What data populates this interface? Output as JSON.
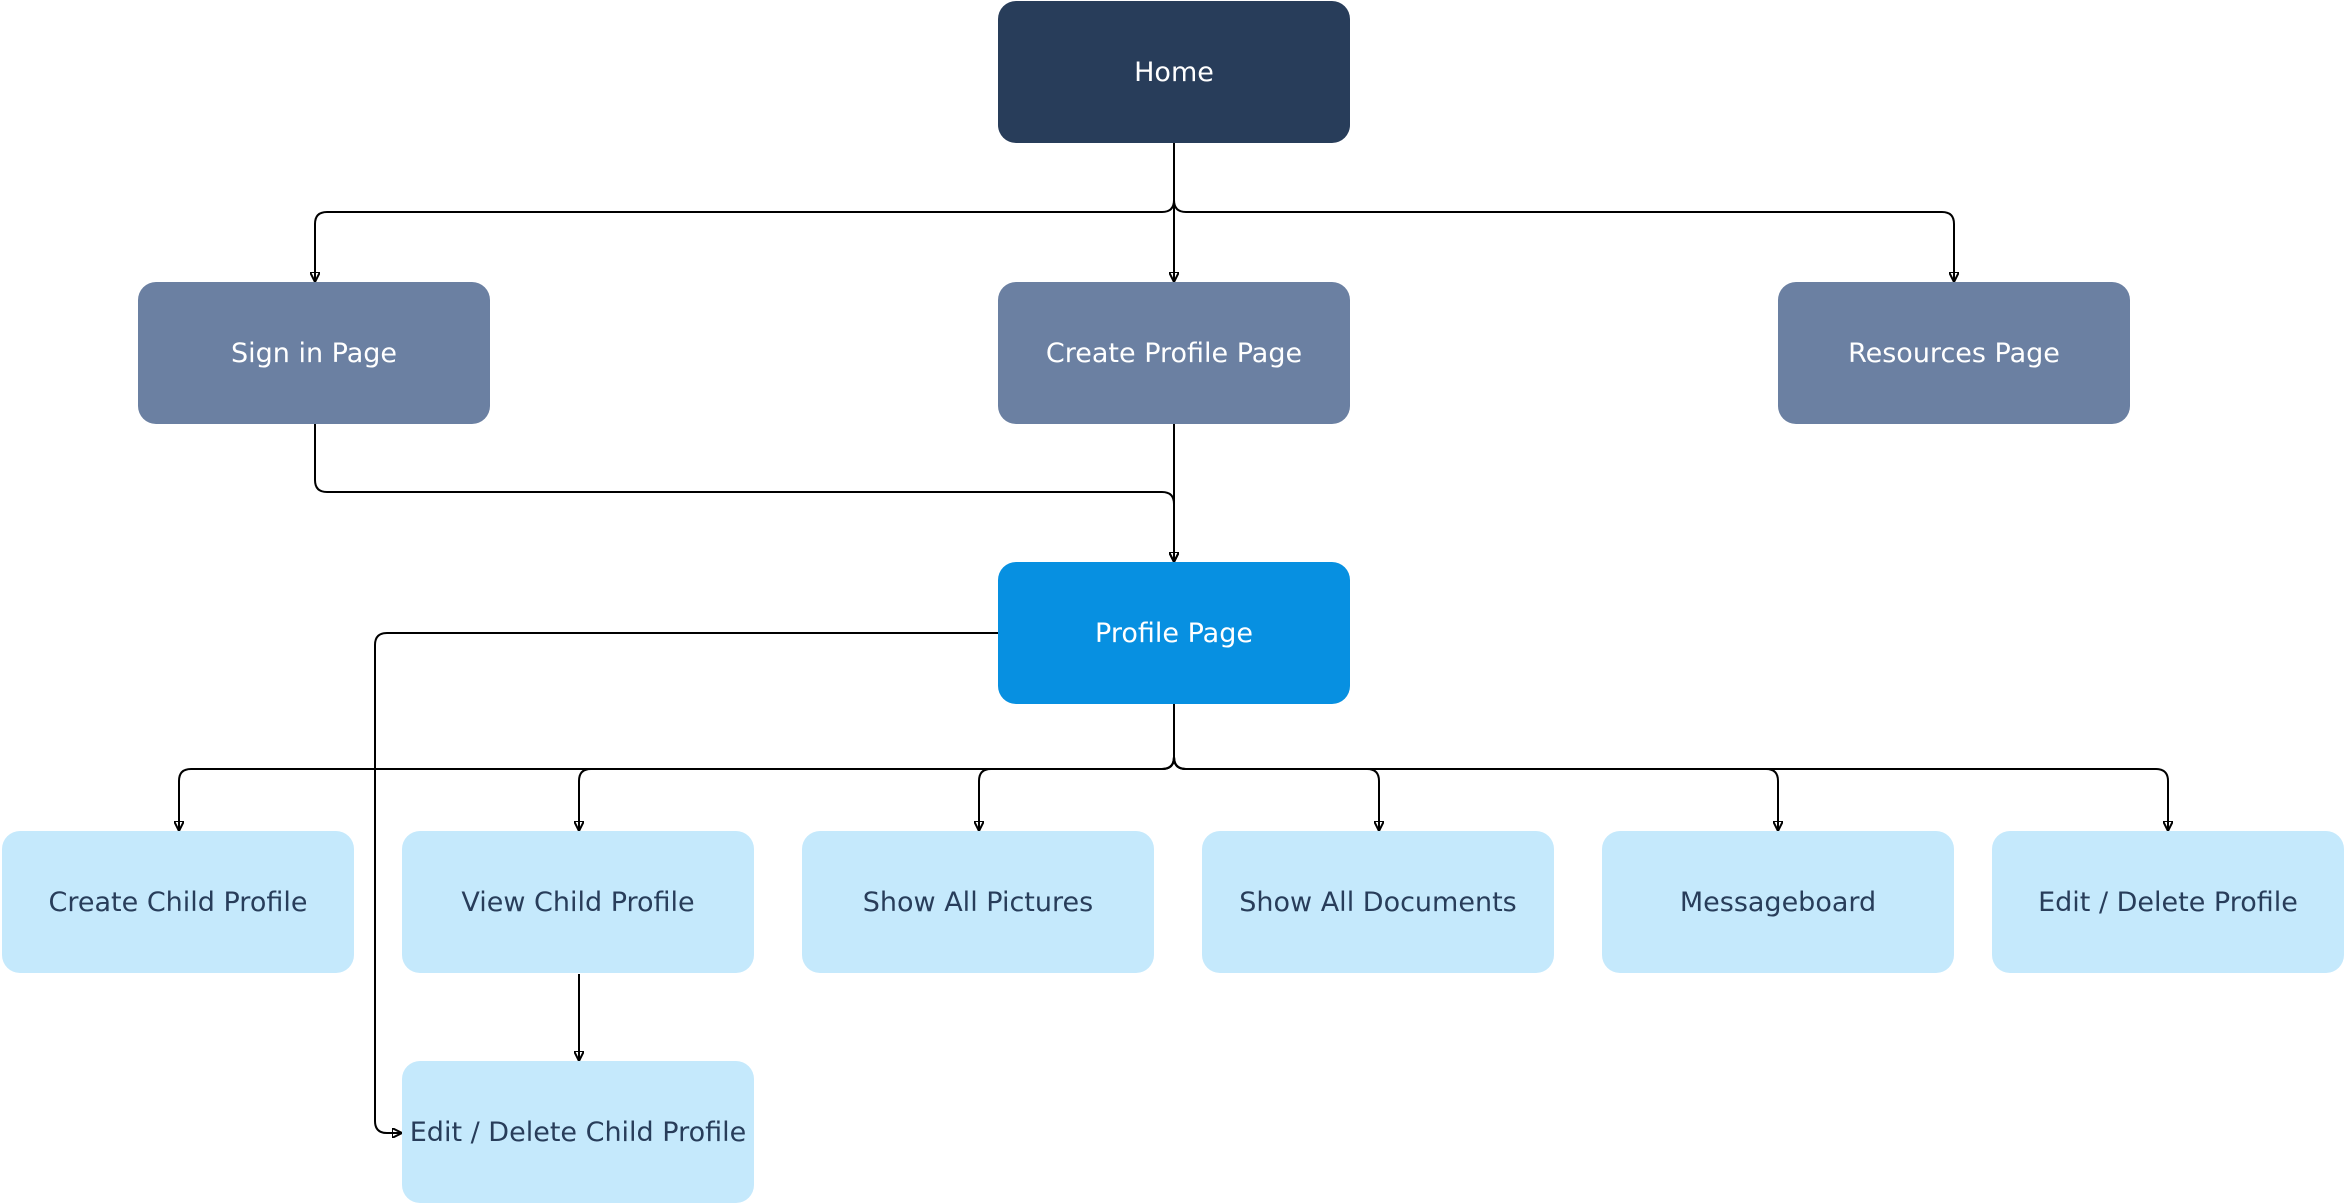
{
  "colors": {
    "root": "#283d5a",
    "page": "#6b80a2",
    "profile": "#0790e1",
    "subpage": "#c5e9fc",
    "dark_text": "#283d5a",
    "light_text": "#ffffff",
    "connector": "#000000"
  },
  "nodes": {
    "home": "Home",
    "sign_in": "Sign in Page",
    "create_profile": "Create Profile Page",
    "resources": "Resources Page",
    "profile": "Profile Page",
    "create_child": "Create Child Profile",
    "view_child": "View Child Profile",
    "show_pictures": "Show All Pictures",
    "show_documents": "Show All Documents",
    "messageboard": "Messageboard",
    "edit_delete_profile": "Edit / Delete Profile",
    "edit_delete_child": "Edit / Delete Child Profile"
  },
  "edges": [
    {
      "from": "home",
      "to": "sign_in"
    },
    {
      "from": "home",
      "to": "create_profile"
    },
    {
      "from": "home",
      "to": "resources"
    },
    {
      "from": "sign_in",
      "to": "profile"
    },
    {
      "from": "create_profile",
      "to": "profile"
    },
    {
      "from": "profile",
      "to": "create_child"
    },
    {
      "from": "profile",
      "to": "view_child"
    },
    {
      "from": "profile",
      "to": "show_pictures"
    },
    {
      "from": "profile",
      "to": "show_documents"
    },
    {
      "from": "profile",
      "to": "messageboard"
    },
    {
      "from": "profile",
      "to": "edit_delete_profile"
    },
    {
      "from": "profile",
      "to": "edit_delete_child"
    },
    {
      "from": "view_child",
      "to": "edit_delete_child"
    }
  ]
}
